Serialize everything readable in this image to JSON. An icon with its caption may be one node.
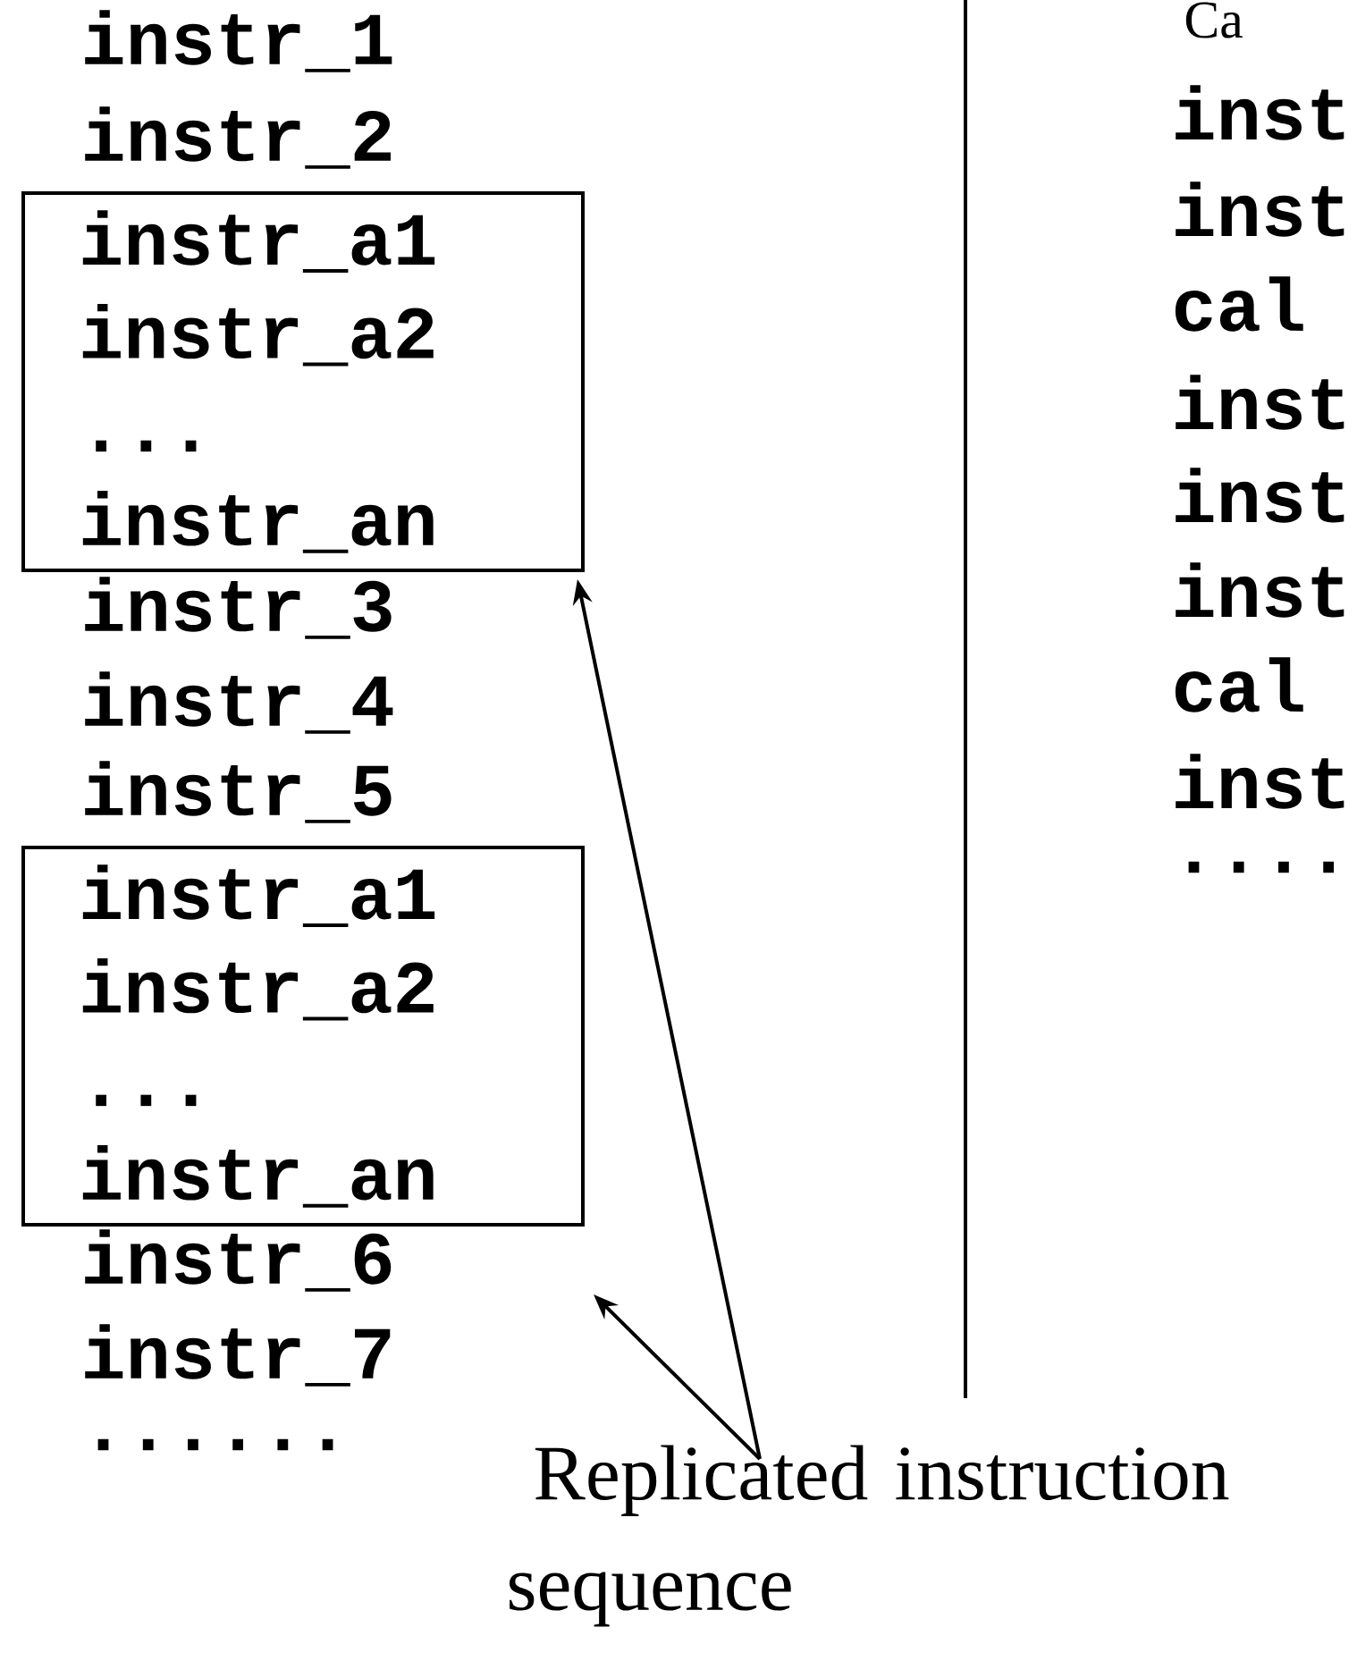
{
  "diagram": {
    "nodes": [
      {
        "text": [
          "instr_a1",
          "instr_a2",
          "...",
          "instr_an"
        ]
      },
      {
        "text": [
          "instr_a1",
          "instr_a2",
          "...",
          "instr_an"
        ]
      },
      {
        "text": [
          "Replicated instruction sequence"
        ]
      }
    ],
    "edges": [
      {
        "from": 2,
        "to": 0,
        "arrow": "to"
      },
      {
        "from": 2,
        "to": 1,
        "arrow": "to"
      }
    ],
    "labels": [
      "instr_1",
      "instr_2",
      "instr_3",
      "instr_4",
      "instr_5",
      "instr_6",
      "instr_7",
      "......",
      "Ca",
      "inst",
      "inst",
      "cal",
      "inst",
      "inst",
      "inst",
      "cal",
      "inst",
      "...."
    ]
  }
}
